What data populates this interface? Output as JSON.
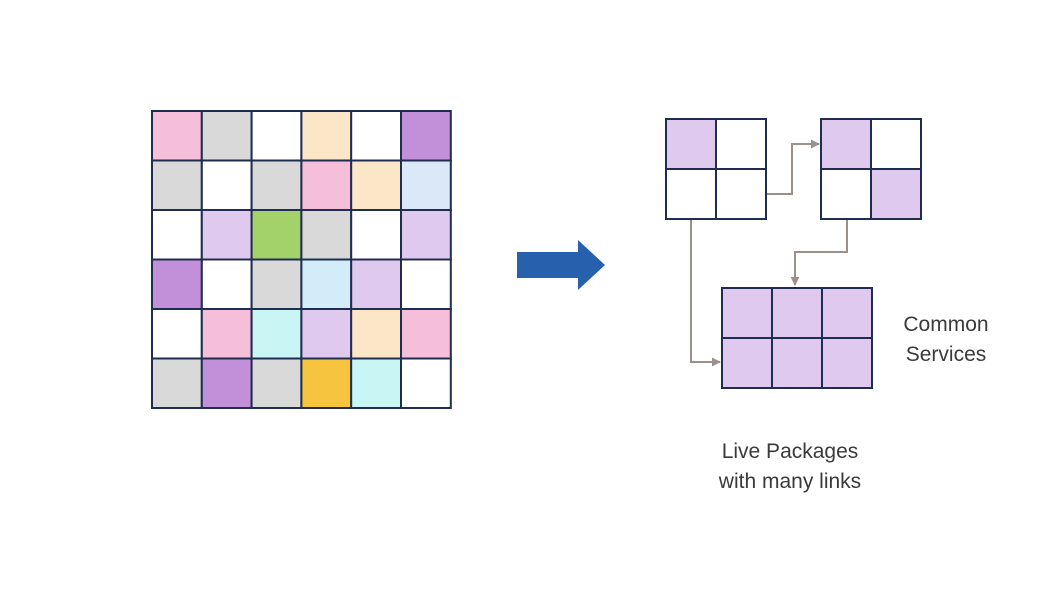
{
  "colors": {
    "grid_border": "#1f2d50",
    "connector": "#9b918a",
    "big_arrow": "#2760ad",
    "palette": {
      "W": "#ffffff",
      "P": "#f5bfd9",
      "G": "#d9d9d9",
      "O": "#fce6c8",
      "D": "#c28fd9",
      "B": "#dae8f8",
      "L": "#e0c9ee",
      "N": "#a3d16a",
      "S": "#d2ecf9",
      "C": "#c9f6f4",
      "Y": "#f7c43f"
    }
  },
  "monolith": {
    "cells": [
      [
        "P",
        "G",
        "W",
        "O",
        "W",
        "D"
      ],
      [
        "G",
        "W",
        "G",
        "P",
        "O",
        "B"
      ],
      [
        "W",
        "L",
        "N",
        "G",
        "W",
        "L"
      ],
      [
        "D",
        "W",
        "G",
        "S",
        "L",
        "W"
      ],
      [
        "W",
        "P",
        "C",
        "L",
        "O",
        "P"
      ],
      [
        "G",
        "D",
        "G",
        "Y",
        "C",
        "W"
      ]
    ]
  },
  "packages": [
    {
      "cells": [
        [
          "L",
          "W"
        ],
        [
          "W",
          "W"
        ]
      ]
    },
    {
      "cells": [
        [
          "L",
          "W"
        ],
        [
          "W",
          "L"
        ]
      ]
    },
    {
      "cells": [
        [
          "L",
          "L",
          "L"
        ],
        [
          "L",
          "L",
          "L"
        ]
      ]
    }
  ],
  "labels": {
    "common_services": [
      "Common",
      "Services"
    ],
    "live_packages": [
      "Live Packages",
      "with many links"
    ]
  }
}
